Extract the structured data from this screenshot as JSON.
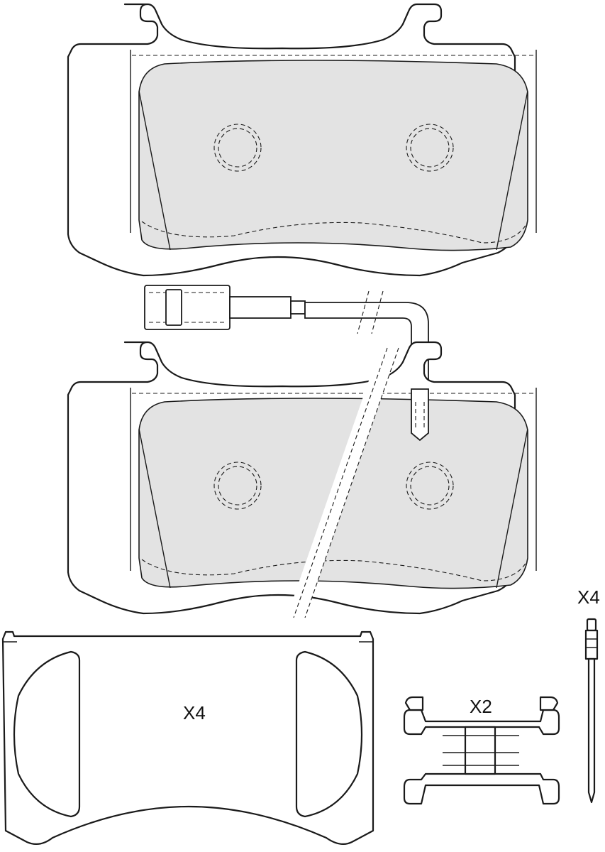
{
  "labels": {
    "shim_qty": "X4",
    "clip_qty": "X2",
    "pin_qty": "X4"
  },
  "colors": {
    "friction_material": "#e3e3e3",
    "line": "#1a1a1a",
    "background": "#ffffff"
  },
  "components": [
    "brake-pad-upper",
    "wear-sensor",
    "brake-pad-lower",
    "anti-squeal-shim",
    "retaining-clip",
    "guide-pin"
  ]
}
